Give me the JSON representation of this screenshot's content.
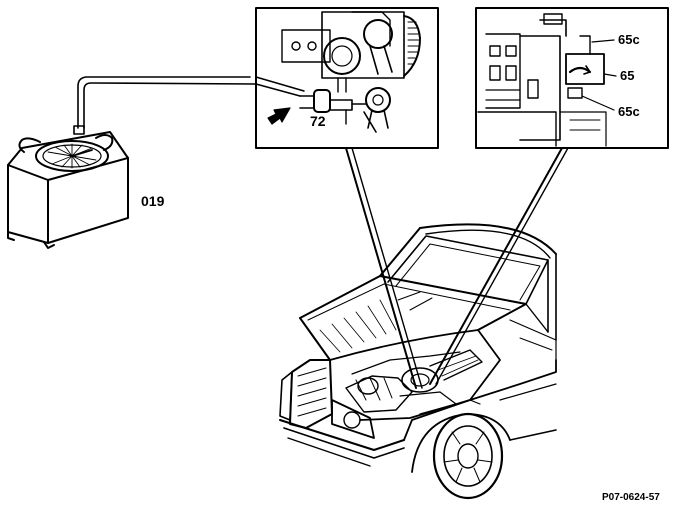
{
  "labels": {
    "tester": "019",
    "connector": "72",
    "valve_top": "65c",
    "valve": "65",
    "valve_bottom": "65c",
    "figure_code": "P07-0624-57"
  },
  "icons": {
    "arrow": "arrow-icon",
    "tester": "vacuum-tester-icon",
    "car": "car-icon"
  }
}
